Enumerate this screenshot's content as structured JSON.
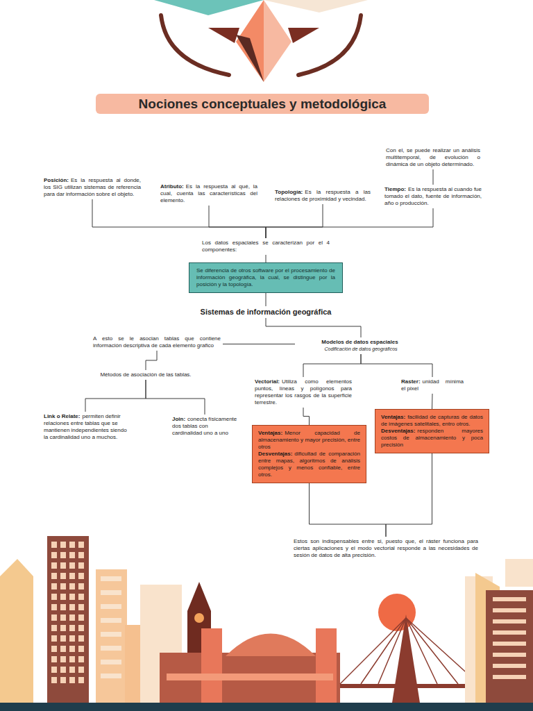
{
  "diagram": {
    "title": "Nociones conceptuales y metodológica",
    "nodes": [
      {
        "text": [
          "Con el, se puede realizar un análisis multitemporal, de evolución o dinámica de un objeto determinado."
        ]
      },
      {
        "text": [
          "Posición:",
          "Es la respuesta al donde, los SIG utilizan sistemas de referencia para dar información sobre el objeto."
        ]
      },
      {
        "text": [
          "Atributo:",
          "Es la respuesta al qué, la cual, cuenta las características del elemento."
        ]
      },
      {
        "text": [
          "Topología:",
          "Es la respuesta a las relaciones de proximidad y vecindad."
        ]
      },
      {
        "text": [
          "Tiempo:",
          "Es la respuesta al cuando fue tomado el dato, fuente de información, año o producción."
        ]
      },
      {
        "text": [
          "Los datos espaciales se caracterizan por el 4 componentes:"
        ]
      },
      {
        "text": [
          "Se diferencia de otros software por el procesamiento de información geográfica, la cual, se distingue por la posición y la topología."
        ]
      },
      {
        "text": [
          "Sistemas de información geográfica"
        ]
      },
      {
        "text": [
          "A esto se le asocian tablas que contiene información descriptiva de cada elemento grafico"
        ]
      },
      {
        "text": [
          "Modelos de datos espaciales",
          "Codificación de datos geográficos"
        ]
      },
      {
        "text": [
          "Métodos de asociación de las tablas."
        ]
      },
      {
        "text": [
          "Vectorial:",
          "Utiliza como elementos puntos, líneas y polígonos para representar los rasgos de la superficie terrestre."
        ]
      },
      {
        "text": [
          "Raster:",
          "unidad mínima el pixel"
        ]
      },
      {
        "text": [
          "Link o Relate:",
          "permiten definir relaciones entre tablas que se mantienen independientes siendo la cardinalidad uno a muchos."
        ]
      },
      {
        "text": [
          "Join:",
          "conecta físicamente dos tablas con cardinalidad uno a uno"
        ]
      },
      {
        "text": [
          "Ventajas:",
          "Menor capacidad de almacenamiento y mayor precisión, entre otros",
          "Desventajas:",
          "dificultad de comparación entre mapas, algoritmos de análisis complejos y menos confiable, entre otros."
        ]
      },
      {
        "text": [
          "Ventajas:",
          "facilidad de capturas de datos de imágenes satelitales, entro otros.",
          "Desventajas:",
          "responden mayores costos de almacenamiento y poca precisión"
        ]
      },
      {
        "text": [
          "Estos son indispensables entre si, puesto que, el ráster funciona para ciertas aplicaciones y el modo vectorial responde a las necesidades de sesión de datos de alta precisión."
        ]
      }
    ],
    "edges": [
      {
        "from": 4,
        "to": 0,
        "arrow": "none"
      },
      {
        "from": 5,
        "to": 1,
        "arrow": "none"
      },
      {
        "from": 5,
        "to": 2,
        "arrow": "none"
      },
      {
        "from": 5,
        "to": 3,
        "arrow": "none"
      },
      {
        "from": 5,
        "to": 4,
        "arrow": "none"
      },
      {
        "from": 5,
        "to": 6,
        "arrow": "none"
      },
      {
        "from": 6,
        "to": 7,
        "arrow": "none"
      },
      {
        "from": 7,
        "to": 9,
        "arrow": "none"
      },
      {
        "from": 9,
        "to": 8,
        "arrow": "none"
      },
      {
        "from": 8,
        "to": 10,
        "arrow": "none"
      },
      {
        "from": 10,
        "to": 13,
        "arrow": "none"
      },
      {
        "from": 10,
        "to": 14,
        "arrow": "none"
      },
      {
        "from": 9,
        "to": 11,
        "arrow": "none"
      },
      {
        "from": 9,
        "to": 12,
        "arrow": "none"
      },
      {
        "from": 11,
        "to": 15,
        "arrow": "none"
      },
      {
        "from": 12,
        "to": 16,
        "arrow": "none"
      },
      {
        "from": 15,
        "to": 17,
        "arrow": "none"
      },
      {
        "from": 16,
        "to": 17,
        "arrow": "none"
      }
    ]
  }
}
